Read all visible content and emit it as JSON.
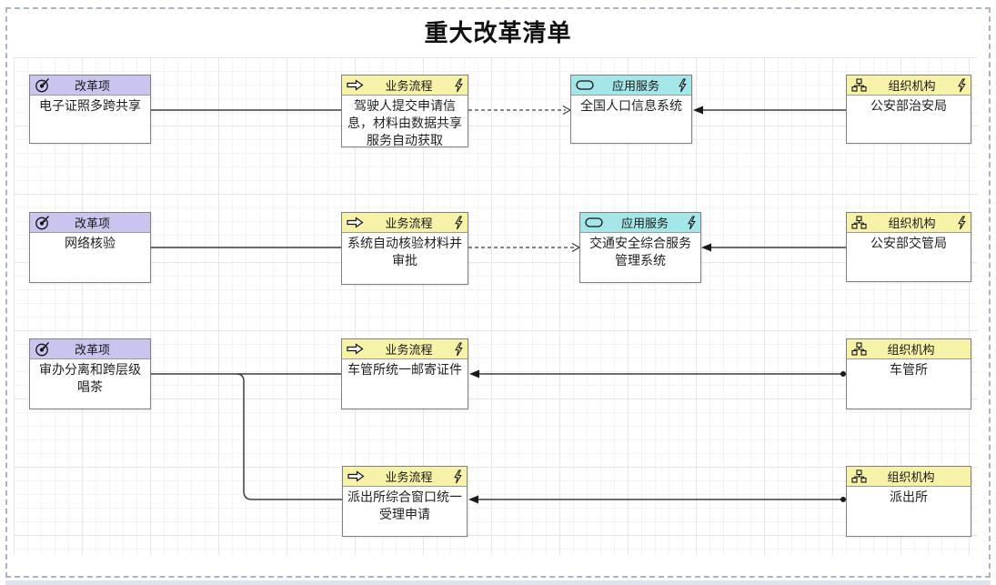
{
  "title": "重大改革清单",
  "nodes": {
    "reform1": {
      "type": "改革项",
      "name": "电子证照多跨共享"
    },
    "reform2": {
      "type": "改革项",
      "name": "网络核验"
    },
    "reform3": {
      "type": "改革项",
      "name": "审办分离和跨层级唱茶"
    },
    "process1": {
      "type": "业务流程",
      "name": "驾驶人提交申请信息，材料由数据共享服务自动获取"
    },
    "process2": {
      "type": "业务流程",
      "name": "系统自动核验材料并审批"
    },
    "process3": {
      "type": "业务流程",
      "name": "车管所统一邮寄证件"
    },
    "process4": {
      "type": "业务流程",
      "name": "派出所综合窗口统一受理申请"
    },
    "service1": {
      "type": "应用服务",
      "name": "全国人口信息系统"
    },
    "service2": {
      "type": "应用服务",
      "name": "交通安全综合服务管理系统"
    },
    "org1": {
      "type": "组织机构",
      "name": "公安部治安局"
    },
    "org2": {
      "type": "组织机构",
      "name": "公安部交管局"
    },
    "org3": {
      "type": "组织机构",
      "name": "车管所"
    },
    "org4": {
      "type": "组织机构",
      "name": "派出所"
    }
  },
  "connections": [
    {
      "from": "电子证照多跨共享",
      "to": "驾驶人提交申请信息，材料由数据共享服务自动获取",
      "style": "solid-plain"
    },
    {
      "from": "驾驶人提交申请信息，材料由数据共享服务自动获取",
      "to": "全国人口信息系统",
      "style": "dashed-open-arrow"
    },
    {
      "from": "公安部治安局",
      "to": "全国人口信息系统",
      "style": "solid-filled-arrow"
    },
    {
      "from": "网络核验",
      "to": "系统自动核验材料并审批",
      "style": "solid-plain"
    },
    {
      "from": "系统自动核验材料并审批",
      "to": "交通安全综合服务管理系统",
      "style": "dashed-open-arrow"
    },
    {
      "from": "公安部交管局",
      "to": "交通安全综合服务管理系统",
      "style": "solid-filled-arrow"
    },
    {
      "from": "审办分离和跨层级唱茶",
      "to": "车管所统一邮寄证件",
      "style": "solid-plain"
    },
    {
      "from": "审办分离和跨层级唱茶",
      "to": "派出所综合窗口统一受理申请",
      "style": "solid-plain-branch"
    },
    {
      "from": "车管所",
      "to": "车管所统一邮寄证件",
      "style": "solid-filled-arrow-ball"
    },
    {
      "from": "派出所",
      "to": "派出所综合窗口统一受理申请",
      "style": "solid-filled-arrow-ball"
    }
  ],
  "colors": {
    "reform_header": "#c9c5ee",
    "process_header": "#f6f2a7",
    "service_header": "#a5e7e9",
    "org_header": "#f6f2a7",
    "node_border": "#808080",
    "connector": "#3d3d3d",
    "frame_dash": "#aab4c6",
    "grid_minor": "#f4f4f6",
    "grid_major": "#e7e7ea"
  }
}
